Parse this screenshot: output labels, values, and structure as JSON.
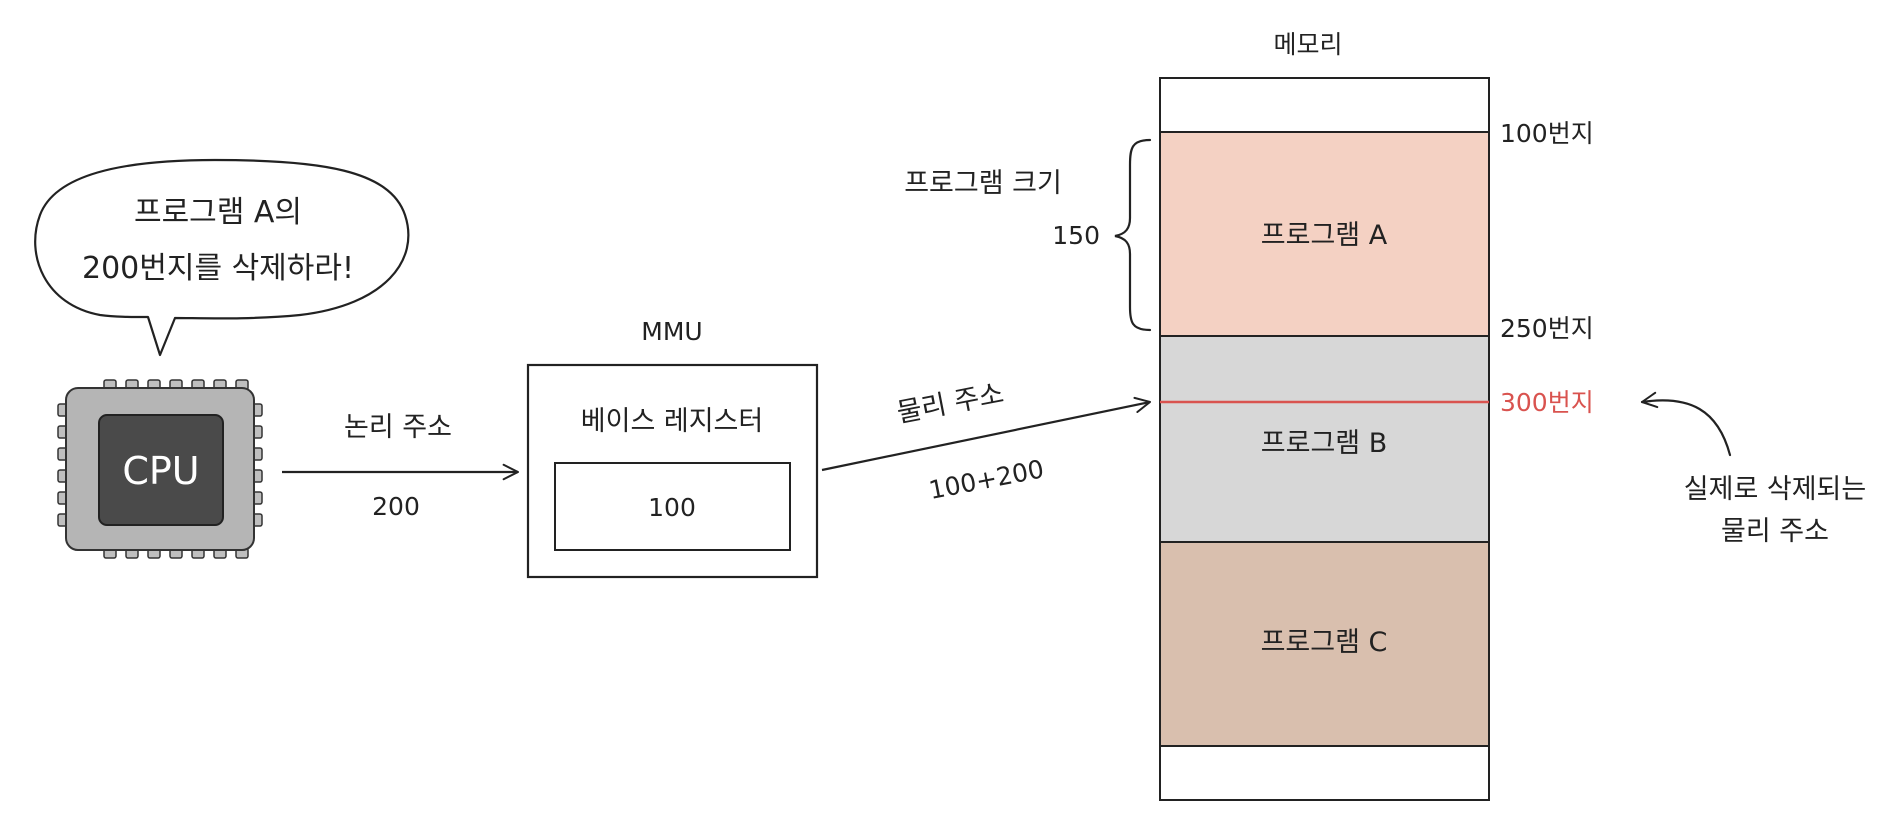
{
  "speech_bubble": {
    "line1": "프로그램 A의",
    "line2": "200번지를 삭제하라!"
  },
  "cpu": {
    "label": "CPU",
    "icon": "cpu-chip-icon"
  },
  "logical_address": {
    "label": "논리 주소",
    "value": "200"
  },
  "mmu": {
    "title": "MMU",
    "register_label": "베이스 레지스터",
    "register_value": "100"
  },
  "physical_address": {
    "label": "물리 주소",
    "calc": "100+200"
  },
  "memory": {
    "title": "메모리",
    "blocks": [
      {
        "label": "프로그램 A",
        "color": "#f4d1c3"
      },
      {
        "label": "프로그램 B",
        "color": "#d7d7d7"
      },
      {
        "label": "프로그램 C",
        "color": "#d9bfae"
      }
    ],
    "addr_top": "100번지",
    "addr_mid": "250번지",
    "addr_target": "300번지",
    "target_color": "#d9534f"
  },
  "program_size": {
    "label": "프로그램 크기",
    "value": "150"
  },
  "note": {
    "line1": "실제로 삭제되는",
    "line2": "물리 주소"
  }
}
